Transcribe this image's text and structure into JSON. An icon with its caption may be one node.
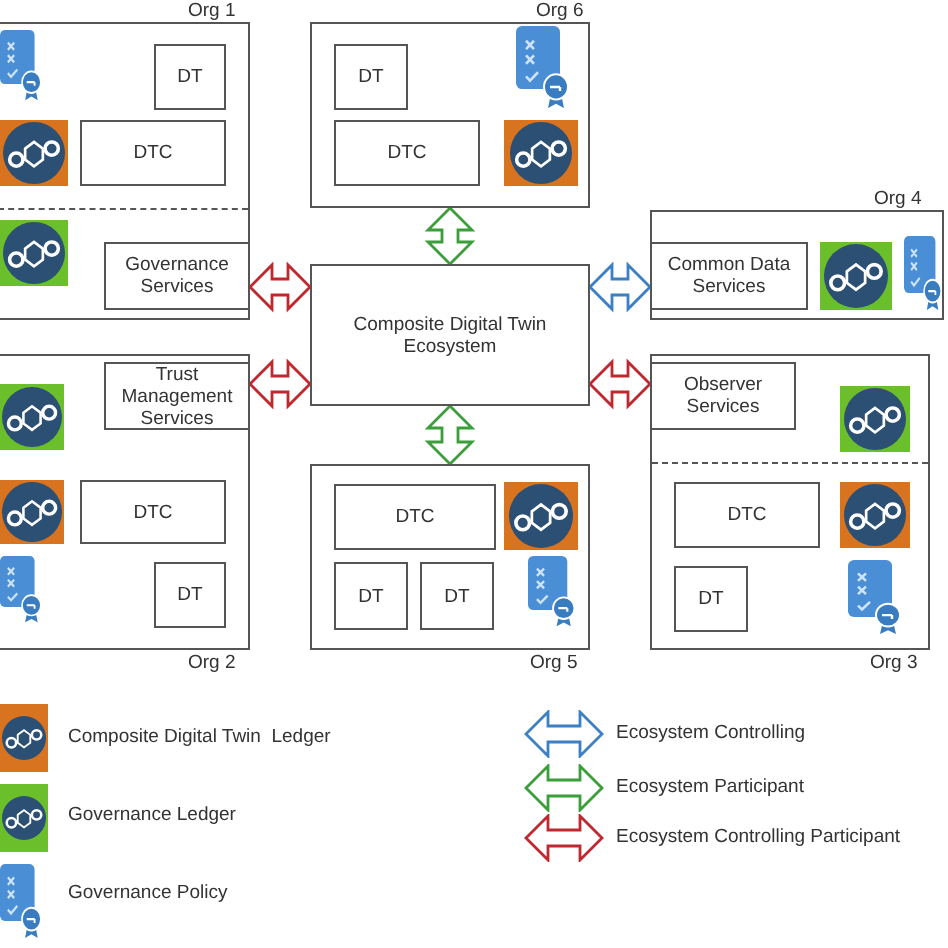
{
  "diagram": {
    "nodes": [
      {
        "text": [
          "Org 1"
        ]
      },
      {
        "text": [
          "DT"
        ],
        "in": 0
      },
      {
        "text": [
          "DTC"
        ],
        "in": 0
      },
      {
        "text": [
          "Governance Services"
        ],
        "in": 0
      },
      {
        "text": [
          "Org 6"
        ]
      },
      {
        "text": [
          "DT"
        ],
        "in": 4
      },
      {
        "text": [
          "DTC"
        ],
        "in": 4
      },
      {
        "text": [
          "Composite Digital Twin Ecosystem"
        ]
      },
      {
        "text": [
          "Org 4"
        ]
      },
      {
        "text": [
          "Common Data Services"
        ],
        "in": 8
      },
      {
        "text": [
          "Org 2"
        ]
      },
      {
        "text": [
          "Trust Management Services"
        ],
        "in": 10
      },
      {
        "text": [
          "DTC"
        ],
        "in": 10
      },
      {
        "text": [
          "DT"
        ],
        "in": 10
      },
      {
        "text": [
          "Org 5"
        ]
      },
      {
        "text": [
          "DTC"
        ],
        "in": 14
      },
      {
        "text": [
          "DT"
        ],
        "in": 14
      },
      {
        "text": [
          "DT"
        ],
        "in": 14
      },
      {
        "text": [
          "Org 3"
        ]
      },
      {
        "text": [
          "Observer Services"
        ],
        "in": 18
      },
      {
        "text": [
          "DTC"
        ],
        "in": 18
      },
      {
        "text": [
          "DT"
        ],
        "in": 18
      }
    ],
    "edges": [
      {
        "from": 4,
        "to": 7,
        "arrow": "both",
        "color": "#3a9e3a"
      },
      {
        "from": 3,
        "to": 7,
        "arrow": "both",
        "color": "#c0282f"
      },
      {
        "from": 7,
        "to": 9,
        "arrow": "both",
        "color": "#3d7fc4"
      },
      {
        "from": 11,
        "to": 7,
        "arrow": "both",
        "color": "#c0282f"
      },
      {
        "from": 7,
        "to": 19,
        "arrow": "both",
        "color": "#c0282f"
      },
      {
        "from": 7,
        "to": 14,
        "arrow": "both",
        "color": "#3a9e3a"
      }
    ],
    "legend": [
      {
        "text": "Composite Digital Twin  Ledger"
      },
      {
        "text": "Governance Ledger"
      },
      {
        "text": "Governance Policy"
      },
      {
        "text": "Ecosystem Controlling"
      },
      {
        "text": "Ecosystem Participant"
      },
      {
        "text": "Ecosystem Controlling Participant"
      }
    ]
  }
}
